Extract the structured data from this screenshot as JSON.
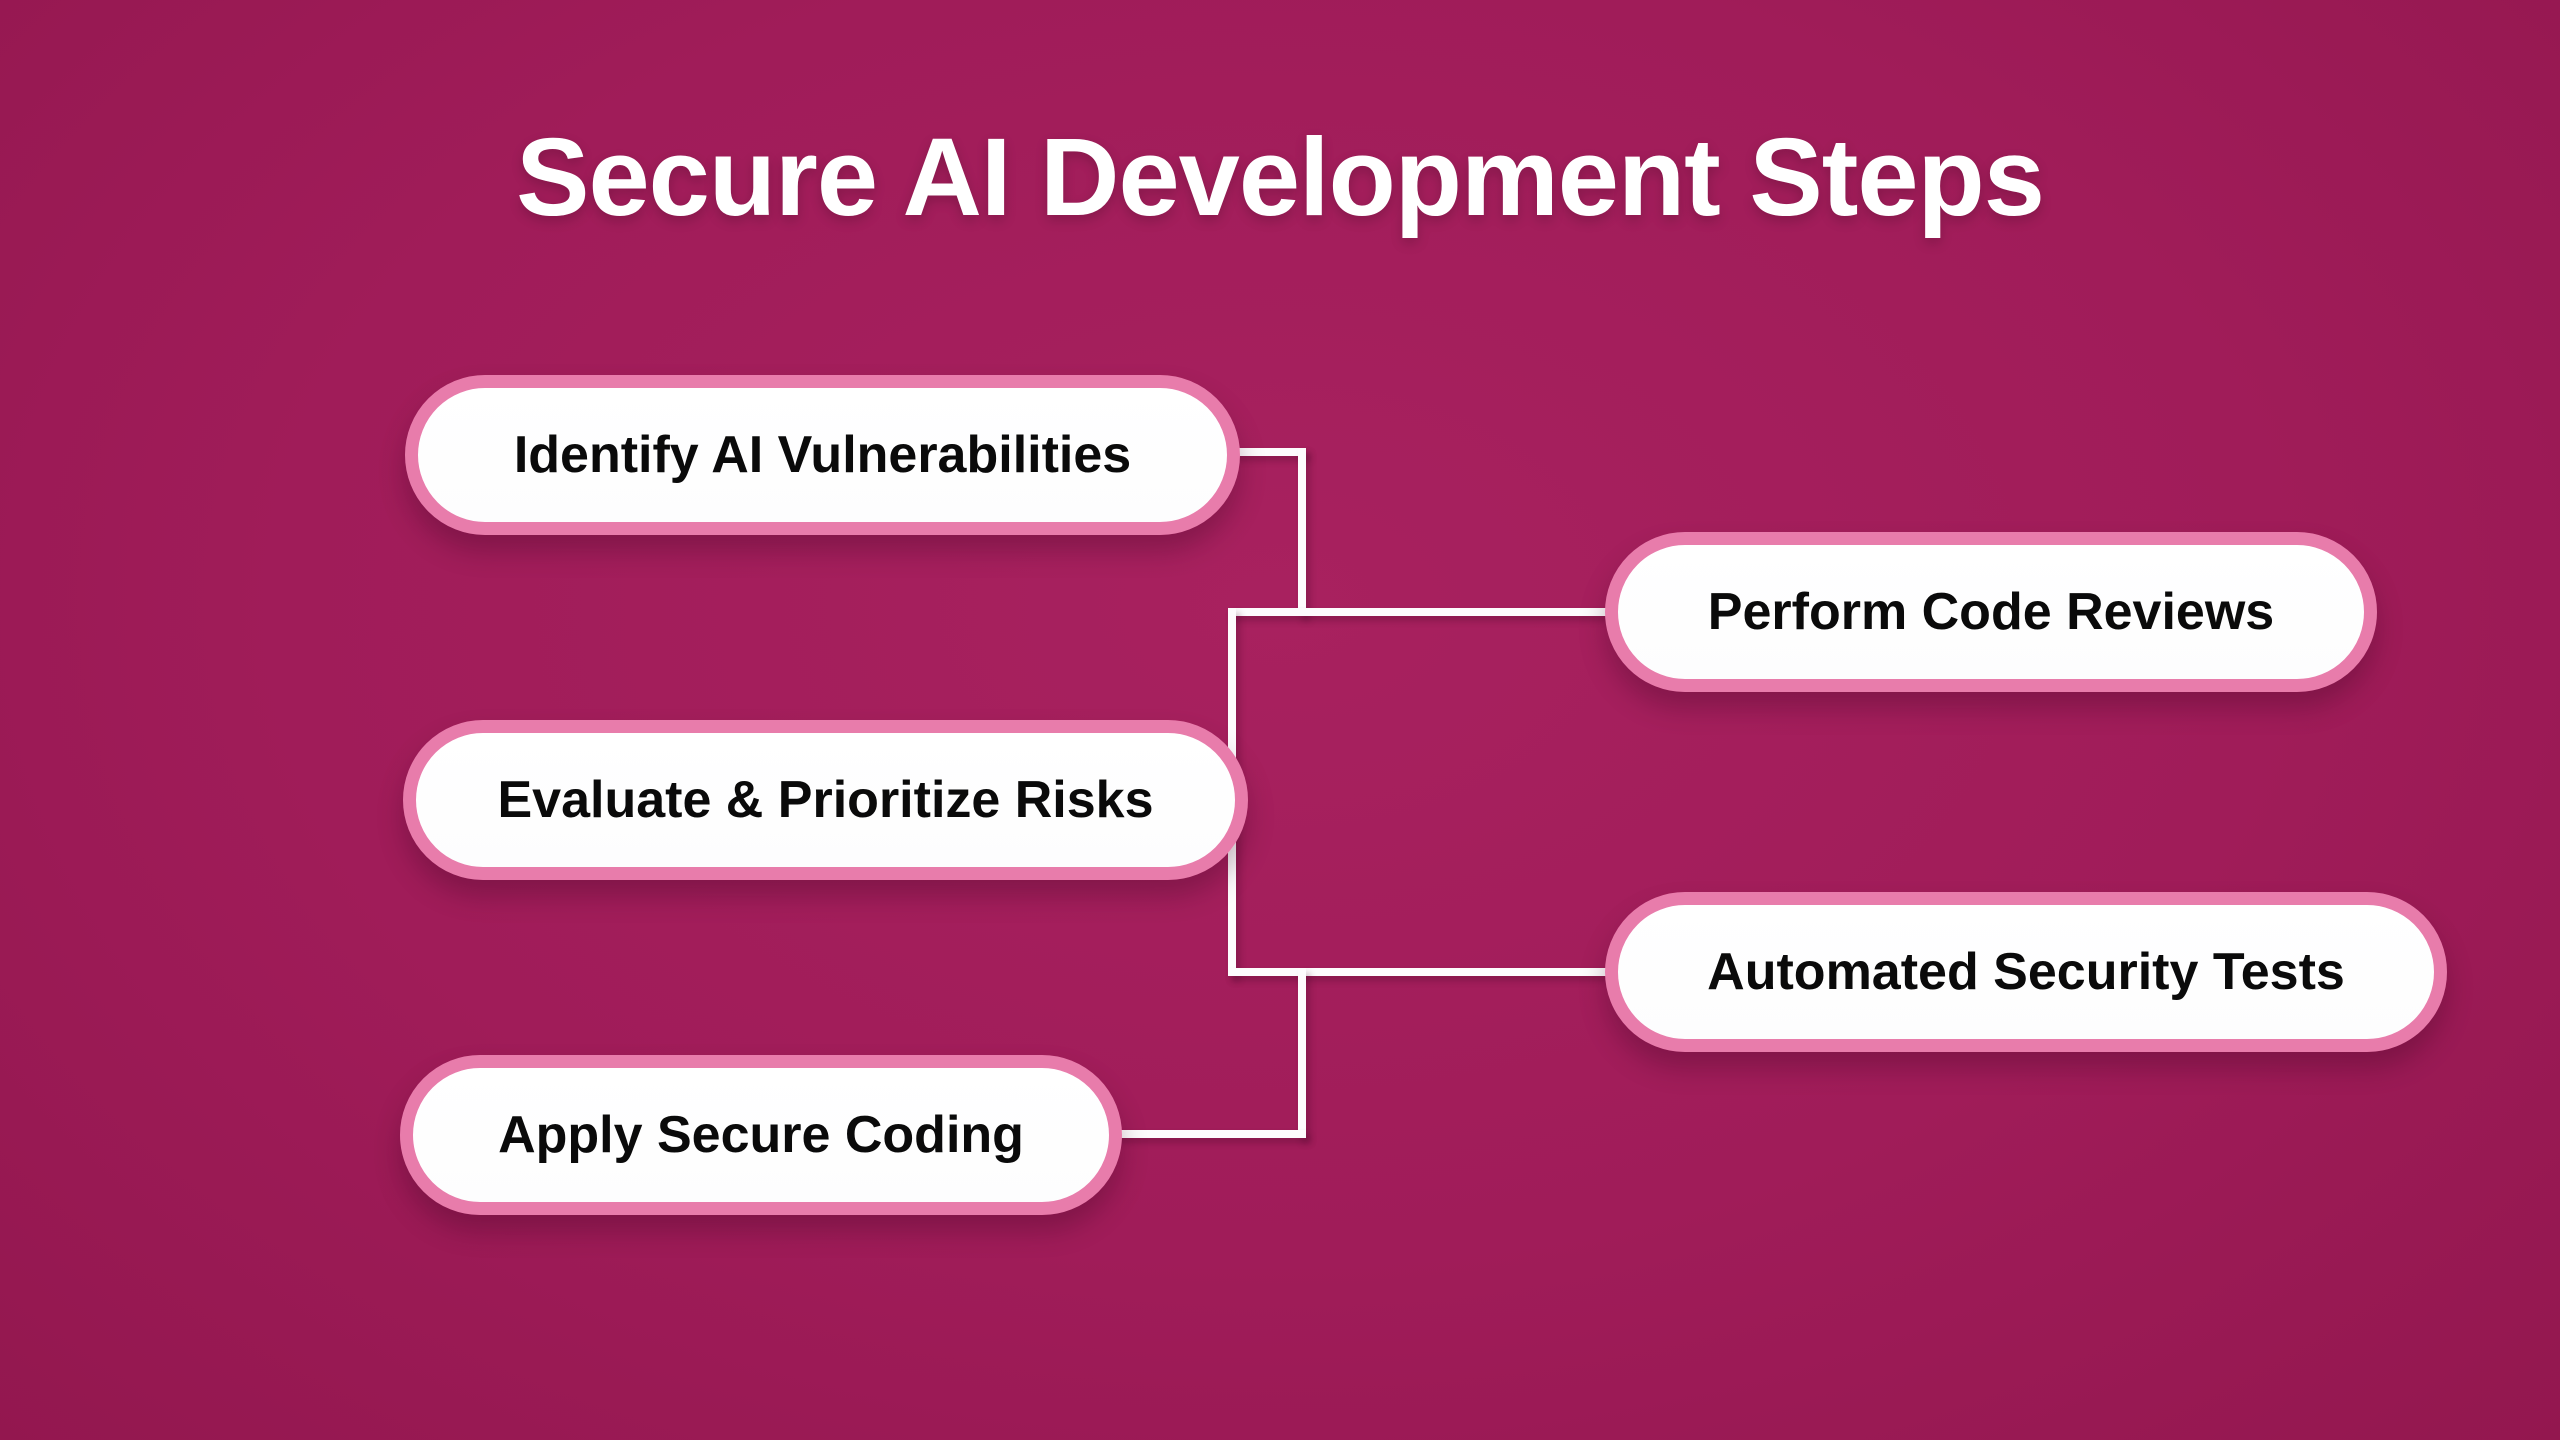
{
  "title": "Secure AI Development Steps",
  "nodes": [
    {
      "id": "identify",
      "label": "Identify AI Vulnerabilities",
      "column": "left"
    },
    {
      "id": "evaluate",
      "label": "Evaluate & Prioritize Risks",
      "column": "left"
    },
    {
      "id": "apply",
      "label": "Apply Secure Coding",
      "column": "left"
    },
    {
      "id": "perform",
      "label": "Perform Code Reviews",
      "column": "right"
    },
    {
      "id": "automated",
      "label": "Automated Security Tests",
      "column": "right"
    }
  ],
  "colors": {
    "background": "#a01c59",
    "node_fill": "#ffffff",
    "node_border": "#e87cab",
    "node_text": "#0a0a0a",
    "connector": "#fdfcfd",
    "title_text": "#ffffff"
  }
}
